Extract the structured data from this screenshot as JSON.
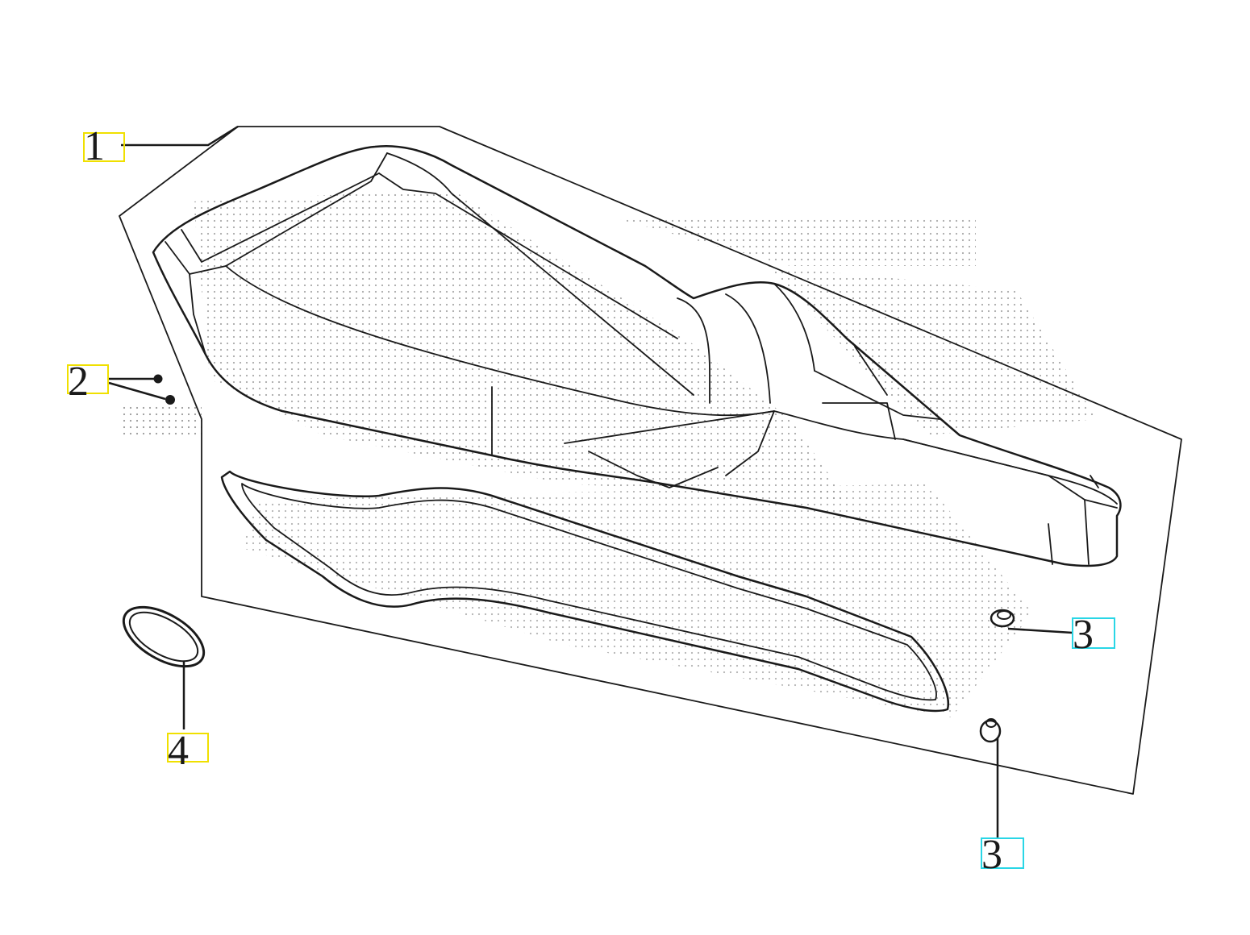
{
  "callouts": [
    {
      "id": "1",
      "label": "1",
      "box_color": "#f0e000"
    },
    {
      "id": "2",
      "label": "2",
      "box_color": "#f0e000"
    },
    {
      "id": "3a",
      "label": "3",
      "box_color": "#29d6e6"
    },
    {
      "id": "3b",
      "label": "3",
      "box_color": "#29d6e6"
    },
    {
      "id": "4",
      "label": "4",
      "box_color": "#f0e000"
    }
  ],
  "colors": {
    "line": "#1a1a1a",
    "stipple": "#9a9a9a",
    "background": "#ffffff"
  }
}
